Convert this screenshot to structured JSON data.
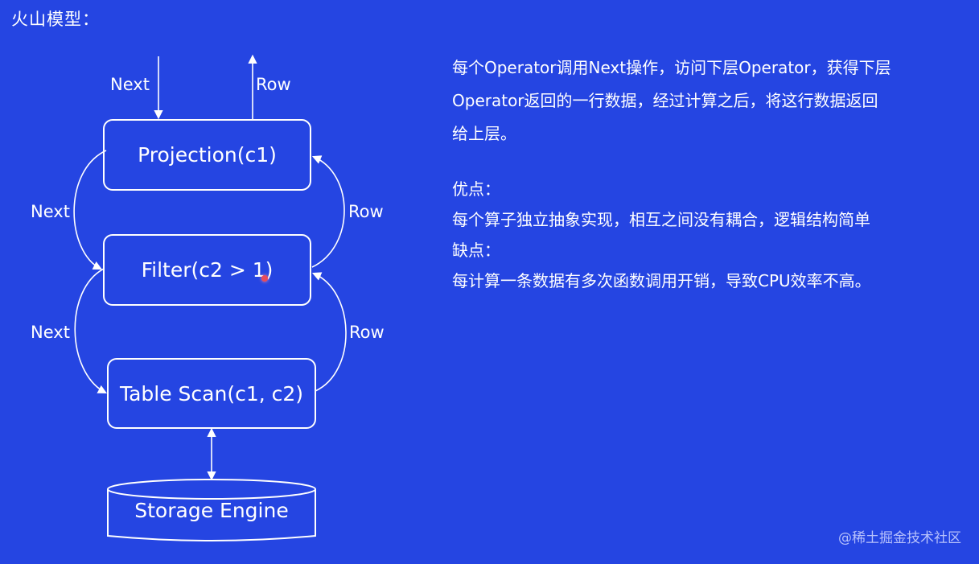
{
  "title": "火山模型：",
  "diagram": {
    "operators": {
      "projection": "Projection(c1)",
      "filter": "Filter(c2 > 1)",
      "table_scan": "Table Scan(c1, c2)"
    },
    "storage": "Storage Engine",
    "edge_labels": {
      "top_next": "Next",
      "top_row": "Row",
      "left_next_1": "Next",
      "right_row_1": "Row",
      "left_next_2": "Next",
      "right_row_2": "Row"
    }
  },
  "explanation": {
    "intro_line1": "每个Operator调用Next操作，访问下层Operator，获得下层",
    "intro_line2": "Operator返回的一行数据，经过计算之后，将这行数据返回",
    "intro_line3": "给上层。",
    "pros_heading": "优点：",
    "pros_text": "每个算子独立抽象实现，相互之间没有耦合，逻辑结构简单",
    "cons_heading": "缺点：",
    "cons_text": "每计算一条数据有多次函数调用开销，导致CPU效率不高。"
  },
  "watermark": "@稀土掘金技术社区",
  "colors": {
    "background": "#2545e2",
    "foreground": "#ffffff",
    "pointer": "#e84b5a"
  }
}
